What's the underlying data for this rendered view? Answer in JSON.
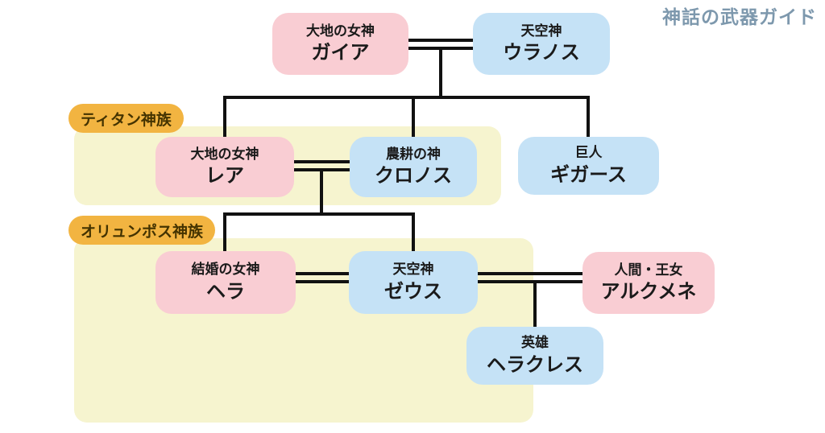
{
  "page_title": "神話の武器ガイド",
  "groups": {
    "titan": {
      "label": "ティタン神族"
    },
    "olympus": {
      "label": "オリュンポス神族"
    }
  },
  "nodes": {
    "gaia": {
      "title": "大地の女神",
      "name": "ガイア",
      "gender": "female"
    },
    "uranus": {
      "title": "天空神",
      "name": "ウラノス",
      "gender": "male"
    },
    "rhea": {
      "title": "大地の女神",
      "name": "レア",
      "gender": "female",
      "group": "ティタン神族"
    },
    "cronus": {
      "title": "農耕の神",
      "name": "クロノス",
      "gender": "male",
      "group": "ティタン神族"
    },
    "gigas": {
      "title": "巨人",
      "name": "ギガース",
      "gender": "male"
    },
    "hera": {
      "title": "結婚の女神",
      "name": "ヘラ",
      "gender": "female",
      "group": "オリュンポス神族"
    },
    "zeus": {
      "title": "天空神",
      "name": "ゼウス",
      "gender": "male",
      "group": "オリュンポス神族"
    },
    "alcmene": {
      "title": "人間・王女",
      "name": "アルクメネ",
      "gender": "female"
    },
    "heracles": {
      "title": "英雄",
      "name": "ヘラクレス",
      "gender": "male"
    }
  },
  "relations": [
    {
      "type": "marriage",
      "between": [
        "ガイア",
        "ウラノス"
      ],
      "children": [
        "レア",
        "クロノス",
        "ギガース"
      ]
    },
    {
      "type": "marriage",
      "between": [
        "レア",
        "クロノス"
      ],
      "children": [
        "ヘラ",
        "ゼウス"
      ]
    },
    {
      "type": "marriage",
      "between": [
        "ヘラ",
        "ゼウス"
      ],
      "children": []
    },
    {
      "type": "marriage",
      "between": [
        "ゼウス",
        "アルクメネ"
      ],
      "children": [
        "ヘラクレス"
      ]
    }
  ],
  "colors": {
    "female_box": "#f9cdd3",
    "male_box": "#c5e2f6",
    "group_bg": "#f6f4cf",
    "group_label_bg": "#f2b441",
    "group_label_text": "#443300",
    "connector": "#111111",
    "title_text": "#7d98ad",
    "node_text": "#1a1a1a"
  }
}
